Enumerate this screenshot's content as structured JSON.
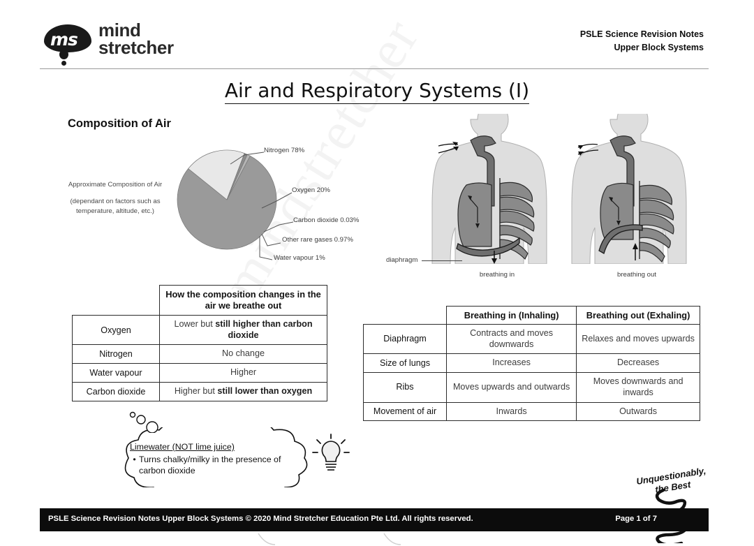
{
  "header": {
    "logo_mark": "ms",
    "logo_line1": "mind",
    "logo_line2": "stretcher",
    "title_line1": "PSLE Science Revision Notes",
    "title_line2": "Upper Block Systems",
    "watermark": "mindstretcher"
  },
  "page_title": "Air and Respiratory Systems (I)",
  "composition": {
    "heading": "Composition of Air",
    "caption_line1": "Approximate Composition of Air",
    "caption_line2": "(dependant on factors such as",
    "caption_line3": "temperature, altitude, etc.)"
  },
  "chart_data": {
    "type": "pie",
    "title": "Approximate Composition of Air",
    "categories": [
      "Nitrogen",
      "Oxygen",
      "Carbon dioxide",
      "Other rare gases",
      "Water vapour"
    ],
    "values": [
      78,
      20,
      0.03,
      0.97,
      1
    ],
    "labels": [
      "Nitrogen 78%",
      "Oxygen 20%",
      "Carbon dioxide 0.03%",
      "Other rare gases 0.97%",
      "Water vapour 1%"
    ],
    "colors": [
      "#9a9a9a",
      "#e8e8e8",
      "#6d6d6d",
      "#8c8c8c",
      "#b5b5b5"
    ],
    "legend": "labelled callouts",
    "grid": false
  },
  "diagrams": {
    "diaphragm_label": "diaphragm",
    "caption_in": "breathing in",
    "caption_out": "breathing out"
  },
  "table_left": {
    "corner": "",
    "header": "How the composition changes in the air we breathe out",
    "rows": [
      {
        "label": "Oxygen",
        "pre": "Lower but ",
        "em": "still higher than carbon dioxide",
        "post": ""
      },
      {
        "label": "Nitrogen",
        "pre": "No change",
        "em": "",
        "post": ""
      },
      {
        "label": "Water vapour",
        "pre": "Higher",
        "em": "",
        "post": ""
      },
      {
        "label": "Carbon dioxide",
        "pre": "Higher but ",
        "em": "still lower than oxygen",
        "post": ""
      }
    ]
  },
  "table_right": {
    "corner": "",
    "headers": [
      "Breathing in (Inhaling)",
      "Breathing out (Exhaling)"
    ],
    "rows": [
      {
        "label": "Diaphragm",
        "in": "Contracts and moves downwards",
        "out": "Relaxes and moves upwards"
      },
      {
        "label": "Size of lungs",
        "in": "Increases",
        "out": "Decreases"
      },
      {
        "label": "Ribs",
        "in": "Moves upwards and outwards",
        "out": "Moves downwards and inwards"
      },
      {
        "label": "Movement of air",
        "in": "Inwards",
        "out": "Outwards"
      }
    ]
  },
  "note_bubble": {
    "title": "Limewater (NOT lime juice)",
    "bullet_marker": "•",
    "bullet_text": "Turns chalky/milky in the presence of carbon dioxide"
  },
  "tagline_line1": "Unquestionably,",
  "tagline_line2": "the Best",
  "footer": {
    "text": "PSLE Science Revision Notes Upper Block Systems © 2020 Mind Stretcher Education Pte Ltd.  All rights reserved.",
    "page": "Page 1 of 7"
  }
}
